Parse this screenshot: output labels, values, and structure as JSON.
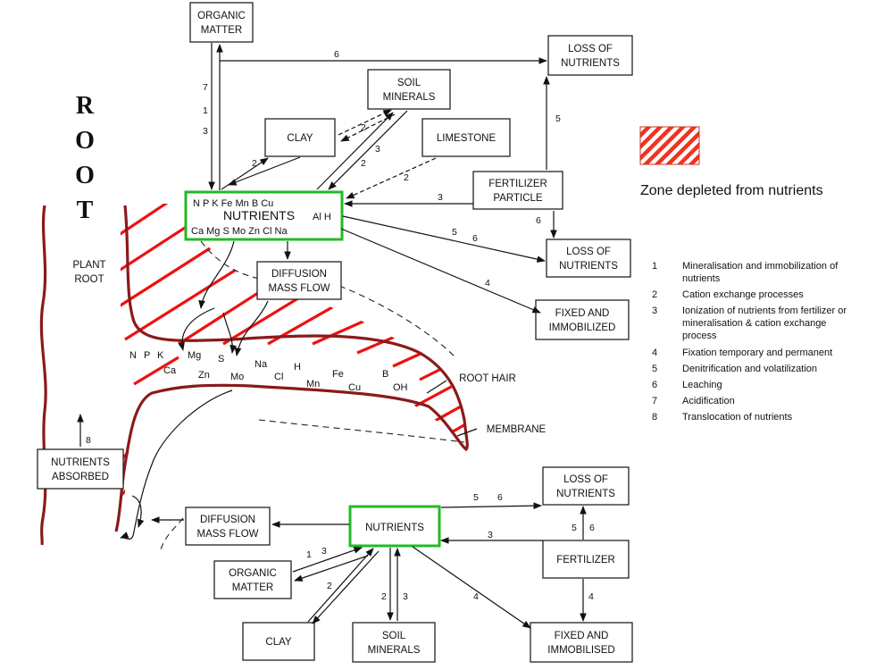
{
  "root_letters": [
    "R",
    "O",
    "O",
    "T"
  ],
  "upper": {
    "organic_matter": [
      "ORGANIC",
      "MATTER"
    ],
    "soil_minerals": [
      "SOIL",
      "MINERALS"
    ],
    "loss_top": [
      "LOSS OF",
      "NUTRIENTS"
    ],
    "clay": "CLAY",
    "limestone": "LIMESTONE",
    "fertilizer_particle": [
      "FERTILIZER",
      "PARTICLE"
    ],
    "nutrients_box": {
      "row1": "N P K  Fe  Mn   B   Cu",
      "title": "NUTRIENTS",
      "al_h": "Al  H",
      "row3": "Ca  Mg  S  Mo  Zn  Cl  Na"
    },
    "diffusion": [
      "DIFFUSION",
      "MASS FLOW"
    ],
    "loss_mid": [
      "LOSS OF",
      "NUTRIENTS"
    ],
    "fixed": [
      "FIXED AND",
      "IMMOBILIZED"
    ],
    "plant_root": [
      "PLANT",
      "ROOT"
    ]
  },
  "root_hair": {
    "elements_row1": [
      "N",
      "P",
      "K",
      "Mg",
      "S",
      "Na",
      "H",
      "Fe",
      "B",
      "OH"
    ],
    "elements_row2": [
      "Ca",
      "Zn",
      "Mo",
      "Cl",
      "Mn",
      "Cu"
    ],
    "root_hair_label": "ROOT HAIR",
    "membrane_label": "MEMBRANE"
  },
  "lower": {
    "nutrients_absorbed": [
      "NUTRIENTS",
      "ABSORBED"
    ],
    "diffusion": [
      "DIFFUSION",
      "MASS FLOW"
    ],
    "nutrients": "NUTRIENTS",
    "loss": [
      "LOSS OF",
      "NUTRIENTS"
    ],
    "fertilizer": "FERTILIZER",
    "organic_matter": [
      "ORGANIC",
      "MATTER"
    ],
    "clay": "CLAY",
    "soil_minerals": [
      "SOIL",
      "MINERALS"
    ],
    "fixed": [
      "FIXED AND",
      "IMMOBILISED"
    ]
  },
  "numbers": {
    "n6_top": "6",
    "n7": "7",
    "n1": "1",
    "n3a": "3",
    "n2_soil": "2",
    "n3_soil": "3",
    "n2_clay": "2",
    "n2_soil2": "2",
    "n2_lime": "2",
    "n5_top": "5",
    "n3_fert": "3",
    "n6_fert": "6",
    "n5_mid": "5",
    "n6_mid": "6",
    "n4_mid": "4",
    "n8": "8",
    "n5_low": "5",
    "n6_low": "6",
    "n3_low": "3",
    "n5_low2": "5",
    "n6_low2": "6",
    "n1_low": "1",
    "n3_low2": "3",
    "n2_low": "2",
    "n2_low2": "2",
    "n3_low3": "3",
    "n4_low": "4",
    "n4_low2": "4"
  },
  "legend": {
    "zone_label": "Zone depleted from nutrients",
    "hatch_colors": [
      "#ee3322",
      "#ffffff"
    ]
  },
  "key": [
    {
      "num": "1",
      "lines": [
        "Mineralisation and immobilization of",
        "nutrients"
      ]
    },
    {
      "num": "2",
      "lines": [
        "Cation exchange processes"
      ]
    },
    {
      "num": "3",
      "lines": [
        "Ionization of nutrients from fertilizer or",
        "mineralisation & cation exchange",
        "process"
      ]
    },
    {
      "num": "4",
      "lines": [
        "Fixation temporary and permanent"
      ]
    },
    {
      "num": "5",
      "lines": [
        "Denitrification and volatilization"
      ]
    },
    {
      "num": "6",
      "lines": [
        "Leaching"
      ]
    },
    {
      "num": "7",
      "lines": [
        "Acidification"
      ]
    },
    {
      "num": "8",
      "lines": [
        "Translocation of nutrients"
      ]
    }
  ],
  "colors": {
    "root_outline": "#8b1a1a",
    "hatch": "#ee1111",
    "highlight": "#22bb22"
  }
}
